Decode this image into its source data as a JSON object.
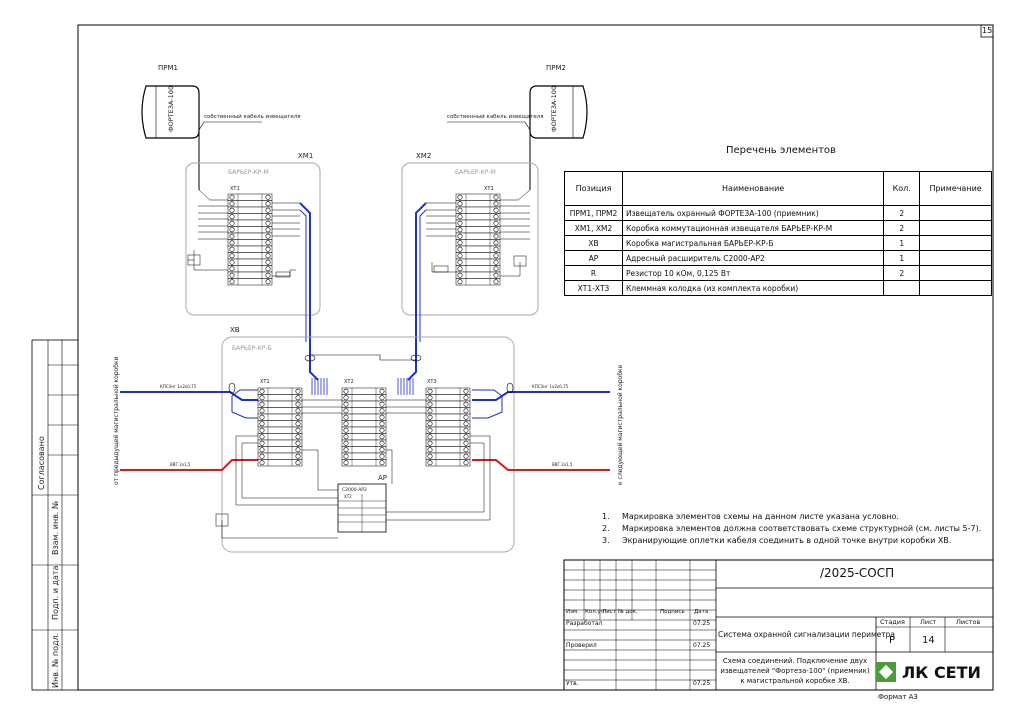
{
  "sheet": {
    "page_number": "15",
    "format": "Формат А3"
  },
  "side_stamp": {
    "labels": [
      "Согласовано",
      "Взам. инв. №",
      "Подп. и дата",
      "Инв. № подл."
    ]
  },
  "diagram": {
    "sensors": [
      {
        "id": "ПРМ1",
        "model": "ФОРТЕЗА-100",
        "cable": "собственный кабель извещателя"
      },
      {
        "id": "ПРМ2",
        "model": "ФОРТЕЗА-100",
        "cable": "собственный кабель извещателя"
      }
    ],
    "boxes": {
      "xm1": {
        "id": "ХМ1",
        "title": "БАРЬЕР-КР-М",
        "strip": "ХТ1"
      },
      "xm2": {
        "id": "ХМ2",
        "title": "БАРЬЕР-КР-М",
        "strip": "ХТ1"
      },
      "xb": {
        "id": "ХВ",
        "title": "БАРЬЕР-КР-Б",
        "strips": [
          "ХТ1",
          "ХТ2",
          "ХТ3"
        ]
      },
      "ar": {
        "id": "АР",
        "model": "С2000-АР2",
        "strip": "ХТ2"
      }
    },
    "side_labels": {
      "left": "от предыдущей магистральной коробки",
      "right": "к следующей магистральной коробке"
    },
    "notes": [
      {
        "num": "1.",
        "text": "Маркировка элементов схемы на данном листе указана условно."
      },
      {
        "num": "2.",
        "text": "Маркировка элементов должна соответствовать схеме структурной (см. листы 5-7)."
      },
      {
        "num": "3.",
        "text": "Экранирующие оплетки кабеля соединить в одной точке внутри коробки ХВ."
      }
    ]
  },
  "elements_table": {
    "title": "Перечень элементов",
    "headers": [
      "Позиция",
      "Наименование",
      "Кол.",
      "Примечание"
    ],
    "rows": [
      {
        "pos": "ПРМ1, ПРМ2",
        "name": "Извещатель охранный ФОРТЕЗА-100 (приемник)",
        "qty": "2",
        "note": ""
      },
      {
        "pos": "ХМ1, ХМ2",
        "name": "Коробка коммутационная извещателя БАРЬЕР-КР-М",
        "qty": "2",
        "note": ""
      },
      {
        "pos": "ХВ",
        "name": "Коробка магистральная БАРЬЕР-КР-Б",
        "qty": "1",
        "note": ""
      },
      {
        "pos": "АР",
        "name": "Адресный расширитель С2000-АР2",
        "qty": "1",
        "note": ""
      },
      {
        "pos": "R",
        "name": "Резистор 10 кОм, 0,125 Вт",
        "qty": "2",
        "note": ""
      },
      {
        "pos": "ХТ1-ХТ3",
        "name": "Клеммная колодка (из комплекта коробки)",
        "qty": "",
        "note": ""
      }
    ]
  },
  "title_block": {
    "code": "/2025-СОСП",
    "headers": [
      "Изм.",
      "Кол.уч",
      "Лист",
      "№ док.",
      "Подпись",
      "Дата"
    ],
    "roles": [
      {
        "role": "Разработал",
        "date": "07.25"
      },
      {
        "role": "Проверил",
        "date": "07.25"
      },
      {
        "role": "Утв.",
        "date": "07.25"
      }
    ],
    "system": "Система охранной сигнализации периметра",
    "stage_label": "Стадия",
    "sheet_label": "Лист",
    "sheets_label": "Листов",
    "stage": "Р",
    "sheet": "14",
    "sheets": "",
    "description": "Схема соединений. Подключение двух извещателей \"Фортеза-100\" (приемник) к магистральной коробке ХВ.",
    "company": "ЛК СЕТИ"
  }
}
